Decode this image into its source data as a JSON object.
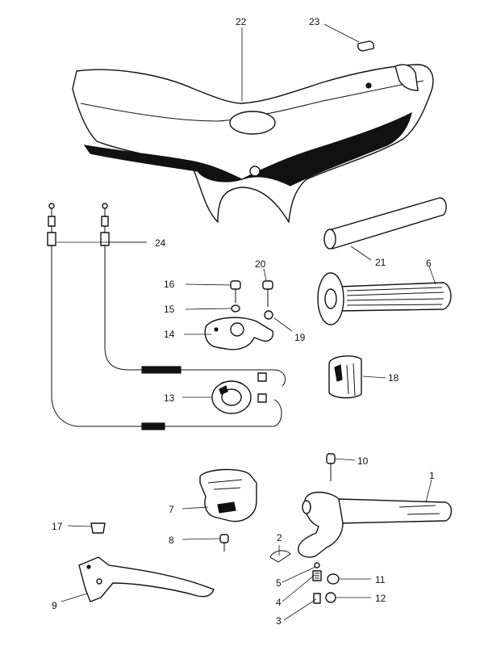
{
  "diagram": {
    "callouts": [
      {
        "id": "c1",
        "text": "1"
      },
      {
        "id": "c2",
        "text": "2"
      },
      {
        "id": "c3",
        "text": "3"
      },
      {
        "id": "c4",
        "text": "4"
      },
      {
        "id": "c5",
        "text": "5"
      },
      {
        "id": "c6",
        "text": "6"
      },
      {
        "id": "c7",
        "text": "7"
      },
      {
        "id": "c8",
        "text": "8"
      },
      {
        "id": "c9",
        "text": "9"
      },
      {
        "id": "c10",
        "text": "10"
      },
      {
        "id": "c11",
        "text": "11"
      },
      {
        "id": "c12",
        "text": "12"
      },
      {
        "id": "c13",
        "text": "13"
      },
      {
        "id": "c14",
        "text": "14"
      },
      {
        "id": "c15",
        "text": "15"
      },
      {
        "id": "c16",
        "text": "16"
      },
      {
        "id": "c17",
        "text": "17"
      },
      {
        "id": "c18",
        "text": "18"
      },
      {
        "id": "c19",
        "text": "19"
      },
      {
        "id": "c20",
        "text": "20"
      },
      {
        "id": "c21",
        "text": "21"
      },
      {
        "id": "c22",
        "text": "22"
      },
      {
        "id": "c23",
        "text": "23"
      },
      {
        "id": "c24",
        "text": "24"
      }
    ]
  }
}
